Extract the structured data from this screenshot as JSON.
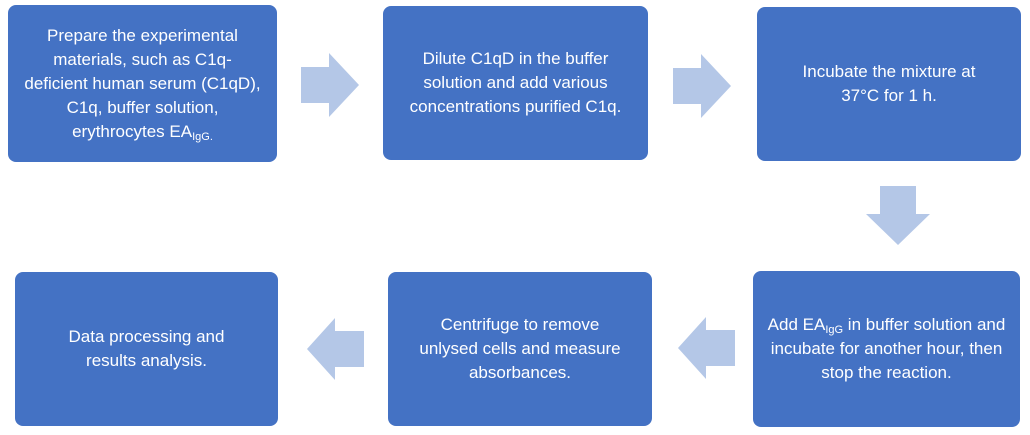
{
  "steps": [
    {
      "id": "prepare-materials",
      "text": "Prepare the experimental materials, such as C1q-deficient human serum (C1qD), C1q, buffer solution, erythrocytes EA",
      "subscript": "IgG."
    },
    {
      "id": "dilute-c1qd",
      "text": "Dilute C1qD in the buffer solution and add various concentrations purified C1q."
    },
    {
      "id": "incubate-mixture",
      "text": "Incubate the mixture at 37°C for 1 h."
    },
    {
      "id": "add-ea-igg",
      "text_before": "Add EA",
      "subscript": "IgG",
      "text_after": " in buffer solution and incubate for another hour, then stop the reaction."
    },
    {
      "id": "centrifuge",
      "text": "Centrifuge to remove unlysed cells and measure absorbances."
    },
    {
      "id": "data-processing",
      "text": "Data processing and results analysis."
    }
  ],
  "colors": {
    "box_fill": "#4472C4",
    "box_text": "#FFFFFF",
    "arrow_fill": "#B4C7E7"
  },
  "arrows": [
    {
      "from": "prepare-materials",
      "to": "dilute-c1qd",
      "direction": "right"
    },
    {
      "from": "dilute-c1qd",
      "to": "incubate-mixture",
      "direction": "right"
    },
    {
      "from": "incubate-mixture",
      "to": "add-ea-igg",
      "direction": "down"
    },
    {
      "from": "add-ea-igg",
      "to": "centrifuge",
      "direction": "left"
    },
    {
      "from": "centrifuge",
      "to": "data-processing",
      "direction": "left"
    }
  ]
}
